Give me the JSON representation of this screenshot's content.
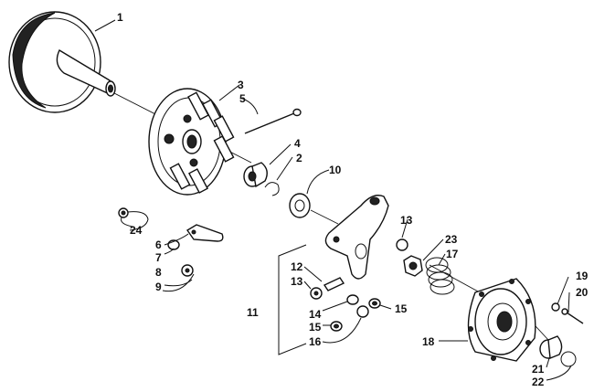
{
  "labels": {
    "l1": "1",
    "l2": "2",
    "l3": "3",
    "l4": "4",
    "l5": "5",
    "l6": "6",
    "l7": "7",
    "l8": "8",
    "l9": "9",
    "l10": "10",
    "l11": "11",
    "l12": "12",
    "l13a": "13",
    "l13b": "13",
    "l14": "14",
    "l15a": "15",
    "l15b": "15",
    "l16": "16",
    "l17": "17",
    "l18": "18",
    "l19": "19",
    "l20": "20",
    "l21": "21",
    "l22": "22",
    "l23": "23",
    "l24": "24"
  },
  "colors": {
    "ink": "#111111",
    "paper": "#ffffff"
  }
}
